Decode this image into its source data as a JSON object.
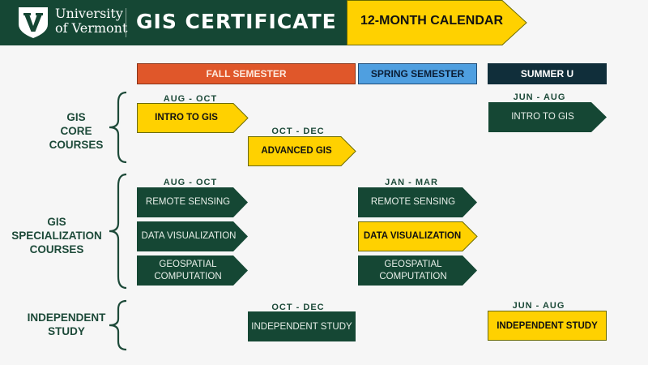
{
  "header": {
    "university_line1": "University",
    "university_line2": "of Vermont",
    "logo_letter": "V",
    "title": "GIS CERTIFICATE",
    "calendar_label": "12-MONTH CALENDAR"
  },
  "colors": {
    "uvm_green": "#154734",
    "gold": "#ffd100",
    "fall": "#e0572a",
    "spring": "#4f9fe0",
    "summer": "#102e3a",
    "background": "#f6f6f6"
  },
  "semesters": [
    {
      "label": "FALL SEMESTER"
    },
    {
      "label": "SPRING SEMESTER"
    },
    {
      "label": "SUMMER U"
    }
  ],
  "categories": [
    {
      "label": "GIS\nCORE\nCOURSES",
      "line1": "GIS",
      "line2": "CORE",
      "line3": "COURSES"
    },
    {
      "label": "GIS SPECIALIZATION COURSES",
      "line1": "GIS",
      "line2": "SPECIALIZATION",
      "line3": "COURSES"
    },
    {
      "label": "INDEPENDENT STUDY",
      "line1": "INDEPENDENT",
      "line2": "STUDY"
    }
  ],
  "core": {
    "fall_intro": {
      "dates": "AUG - OCT",
      "label": "INTRO TO GIS"
    },
    "fall_advanced": {
      "dates": "OCT - DEC",
      "label": "ADVANCED GIS"
    },
    "summer_intro": {
      "dates": "JUN - AUG",
      "label": "INTRO TO GIS"
    }
  },
  "specialization": {
    "fall": {
      "dates": "AUG - OCT",
      "courses": [
        {
          "label": "REMOTE SENSING"
        },
        {
          "label": "DATA VISUALIZATION"
        },
        {
          "line1": "GEOSPATIAL",
          "line2": "COMPUTATION"
        }
      ]
    },
    "spring": {
      "dates": "JAN - MAR",
      "courses": [
        {
          "label": "REMOTE SENSING"
        },
        {
          "label": "DATA VISUALIZATION"
        },
        {
          "line1": "GEOSPATIAL",
          "line2": "COMPUTATION"
        }
      ]
    }
  },
  "independent": {
    "fall": {
      "dates": "OCT - DEC",
      "label": "INDEPENDENT STUDY"
    },
    "summer": {
      "dates": "JUN - AUG",
      "label": "INDEPENDENT STUDY"
    }
  }
}
